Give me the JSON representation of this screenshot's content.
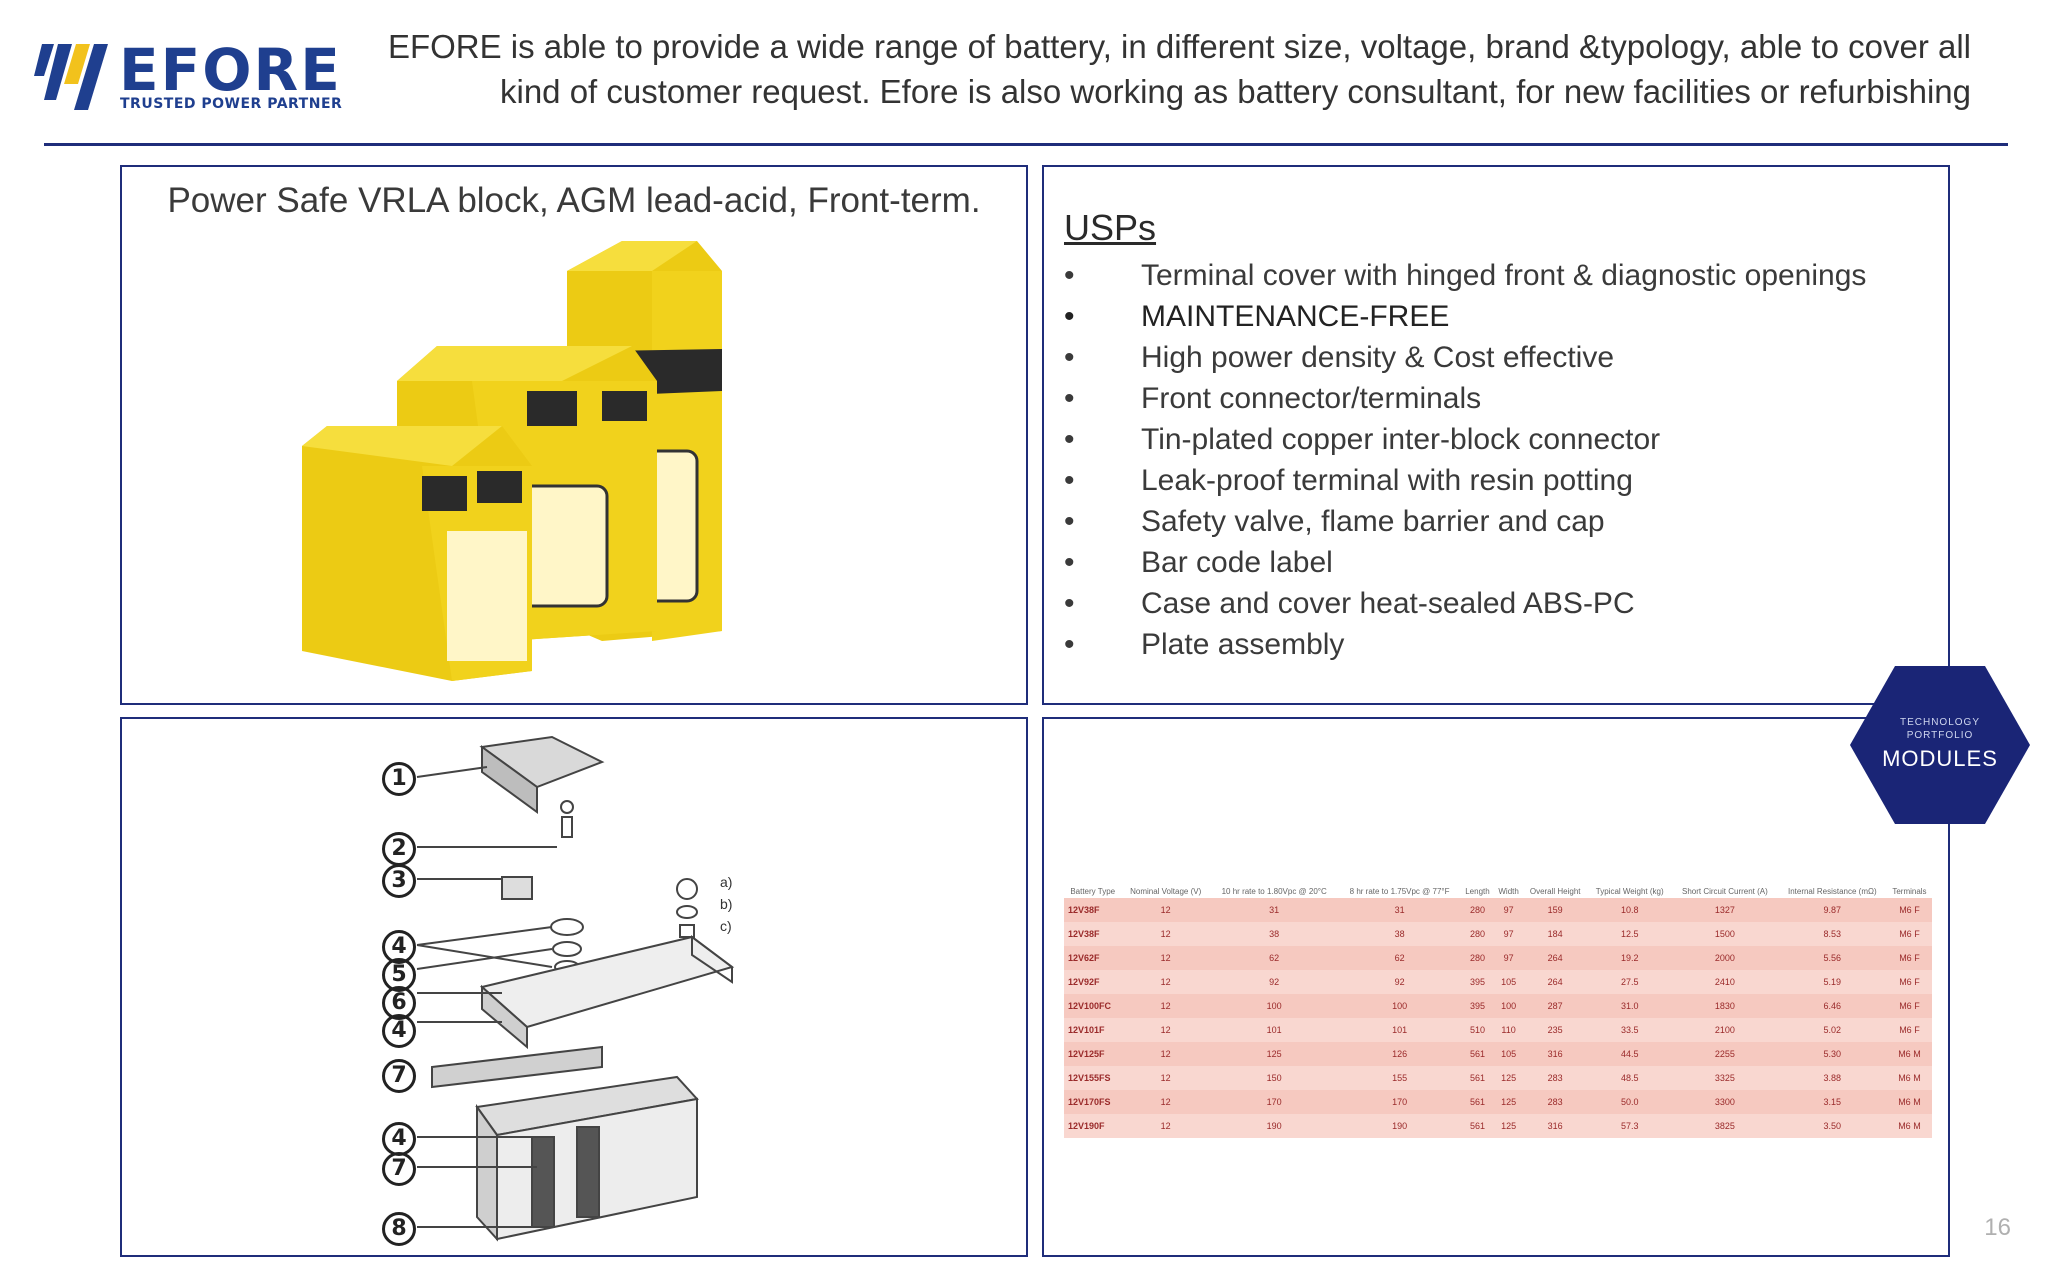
{
  "header": {
    "logo_word": "EFORE",
    "logo_tagline": "TRUSTED POWER PARTNER",
    "line1": "EFORE is able to provide a wide range of battery, in different size, voltage, brand &typology, able to cover all",
    "line2": "kind of customer request. Efore is also working as battery consultant, for new facilities or refurbishing"
  },
  "product": {
    "title": "Power Safe VRLA block, AGM lead-acid, Front-term."
  },
  "usps": {
    "heading": "USPs",
    "bullet": "•",
    "items": [
      "Terminal cover with hinged front & diagnostic openings",
      "MAINTENANCE-FREE",
      "High power density & Cost effective",
      "Front connector/terminals",
      "Tin-plated copper inter-block connector",
      "Leak-proof terminal with resin potting",
      "Safety valve, flame barrier and cap",
      "Bar code label",
      "Case and cover heat-sealed ABS-PC",
      "Plate assembly"
    ]
  },
  "badge": {
    "small_line1": "TECHNOLOGY",
    "small_line2": "PORTFOLIO",
    "main": "MODULES"
  },
  "exploded": {
    "callouts": [
      "1",
      "2",
      "3",
      "4",
      "5",
      "6",
      "4",
      "7",
      "4",
      "7",
      "8"
    ],
    "side_labels": [
      "a)",
      "b)",
      "c)"
    ]
  },
  "spec_table": {
    "headers": [
      "Battery Type",
      "Nominal Voltage (V)",
      "10 hr rate to 1.80Vpc @ 20°C",
      "8 hr rate to 1.75Vpc @ 77°F",
      "Length",
      "Width",
      "Overall Height",
      "Typical Weight (kg)",
      "Short Circuit Current (A)",
      "Internal Resistance (mΩ)",
      "Terminals"
    ],
    "rows": [
      [
        "12V38F",
        "12",
        "31",
        "31",
        "280",
        "97",
        "159",
        "10.8",
        "1327",
        "9.87",
        "M6 F"
      ],
      [
        "12V38F",
        "12",
        "38",
        "38",
        "280",
        "97",
        "184",
        "12.5",
        "1500",
        "8.53",
        "M6 F"
      ],
      [
        "12V62F",
        "12",
        "62",
        "62",
        "280",
        "97",
        "264",
        "19.2",
        "2000",
        "5.56",
        "M6 F"
      ],
      [
        "12V92F",
        "12",
        "92",
        "92",
        "395",
        "105",
        "264",
        "27.5",
        "2410",
        "5.19",
        "M6 F"
      ],
      [
        "12V100FC",
        "12",
        "100",
        "100",
        "395",
        "100",
        "287",
        "31.0",
        "1830",
        "6.46",
        "M6 F"
      ],
      [
        "12V101F",
        "12",
        "101",
        "101",
        "510",
        "110",
        "235",
        "33.5",
        "2100",
        "5.02",
        "M6 F"
      ],
      [
        "12V125F",
        "12",
        "125",
        "126",
        "561",
        "105",
        "316",
        "44.5",
        "2255",
        "5.30",
        "M6 M"
      ],
      [
        "12V155FS",
        "12",
        "150",
        "155",
        "561",
        "125",
        "283",
        "48.5",
        "3325",
        "3.88",
        "M6 M"
      ],
      [
        "12V170FS",
        "12",
        "170",
        "170",
        "561",
        "125",
        "283",
        "50.0",
        "3300",
        "3.15",
        "M6 M"
      ],
      [
        "12V190F",
        "12",
        "190",
        "190",
        "561",
        "125",
        "316",
        "57.3",
        "3825",
        "3.50",
        "M6 M"
      ]
    ]
  },
  "page_number": "16",
  "colors": {
    "navy": "#1f2d7a",
    "battery_yellow": "#f1d21c",
    "table_row": "#f6c9c0"
  }
}
